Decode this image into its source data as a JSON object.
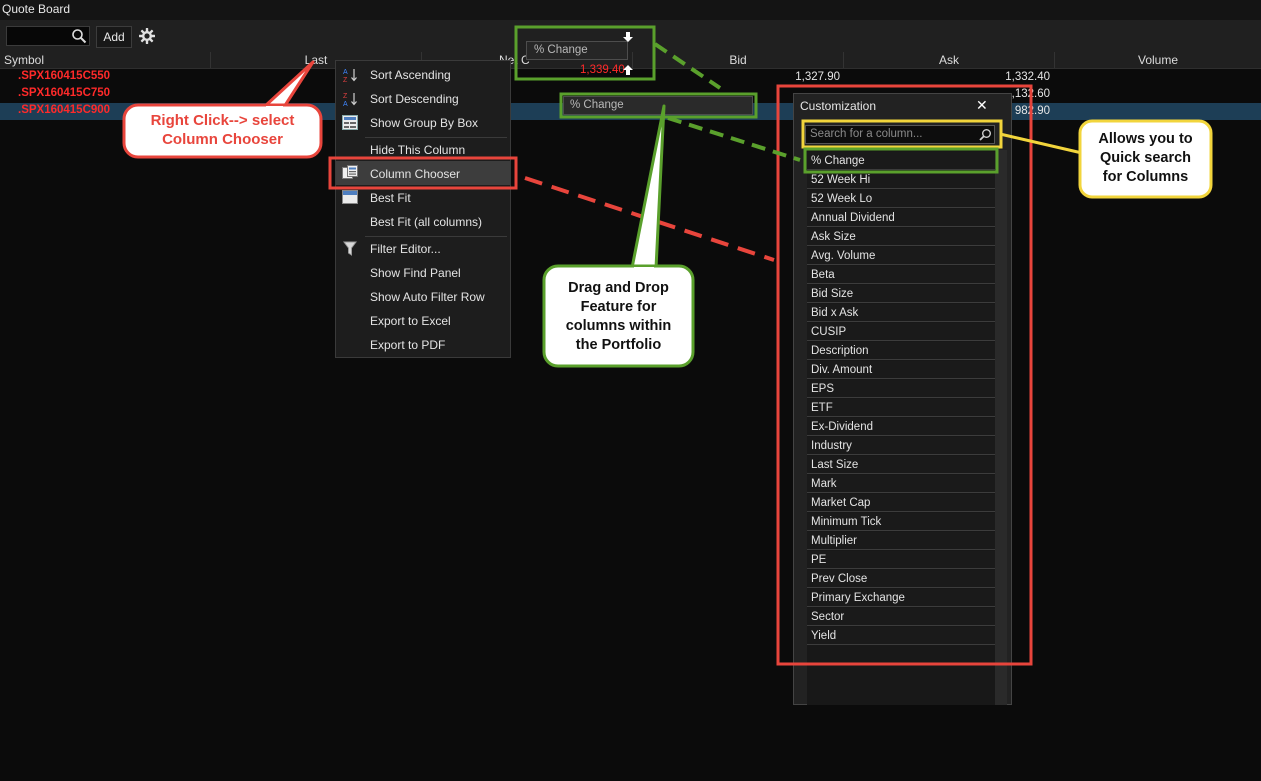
{
  "window": {
    "title": "Quote Board"
  },
  "toolbar": {
    "add_label": "Add"
  },
  "columns": [
    "Symbol",
    "Last",
    "Net C",
    "Bid",
    "Ask",
    "Volume"
  ],
  "rows": [
    {
      "symbol": ".SPX160415C550",
      "bid": "1,327.90",
      "ask": "1,332.40"
    },
    {
      "symbol": ".SPX160415C750",
      "ask": ",132.60"
    },
    {
      "symbol": ".SPX160415C900",
      "ask": "982.90"
    }
  ],
  "context_menu": {
    "items": [
      "Sort Ascending",
      "Sort Descending",
      "Show Group By Box",
      "Hide This Column",
      "Column Chooser",
      "Best Fit",
      "Best Fit (all columns)",
      "Filter Editor...",
      "Show Find Panel",
      "Show Auto Filter Row",
      "Export to Excel",
      "Export to PDF"
    ]
  },
  "drag": {
    "header_label": "% Change",
    "value": "1,339.40",
    "ghost_label": "% Change"
  },
  "customization": {
    "title": "Customization",
    "close_glyph": "✕",
    "search_placeholder": "Search for a column...",
    "items": [
      "% Change",
      "52 Week Hi",
      "52 Week Lo",
      "Annual Dividend",
      "Ask Size",
      "Avg. Volume",
      "Beta",
      "Bid Size",
      "Bid x Ask",
      "CUSIP",
      "Description",
      "Div. Amount",
      "EPS",
      "ETF",
      "Ex-Dividend",
      "Industry",
      "Last Size",
      "Mark",
      "Market Cap",
      "Minimum Tick",
      "Multiplier",
      "PE",
      "Prev Close",
      "Primary Exchange",
      "Sector",
      "Yield"
    ]
  },
  "annotations": {
    "right_click": [
      "Right Click--> select",
      "Column Chooser"
    ],
    "drag_drop": [
      "Drag and Drop",
      "Feature for",
      "columns within",
      "the Portfolio"
    ],
    "quick_search": [
      "Allows you to",
      "Quick search",
      "for Columns"
    ]
  },
  "colors": {
    "red": "#e8453c",
    "green": "#5aa02c",
    "yellow": "#f2d53c",
    "symbol_red": "#ff2a2a",
    "selected_row": "#1d3e56"
  }
}
